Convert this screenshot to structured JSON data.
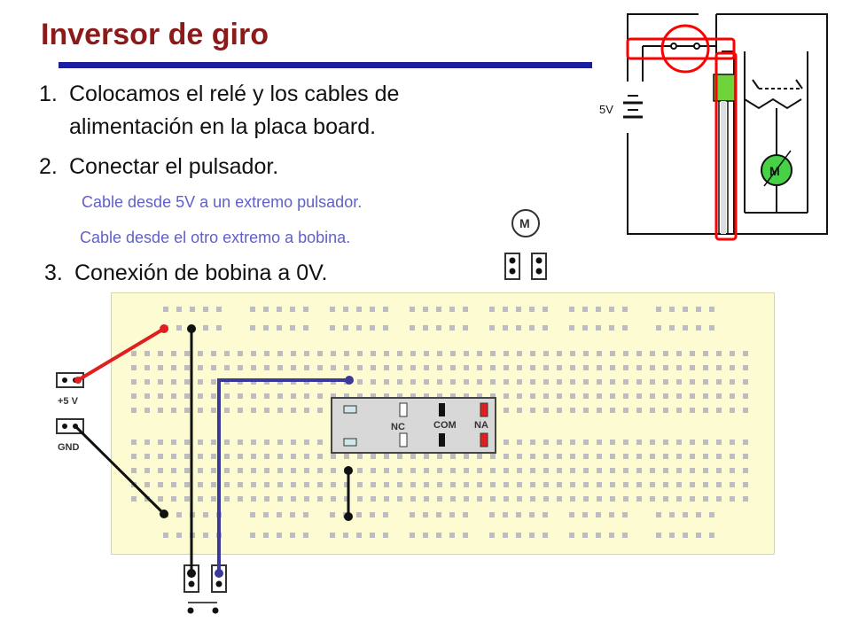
{
  "slide": {
    "title": "Inversor de giro",
    "steps": [
      {
        "number": "1.",
        "line1": "Colocamos el relé y los cables de",
        "line2": "alimentación en la placa board."
      },
      {
        "number": "2.",
        "text": "Conectar el pulsador."
      },
      {
        "number": "3.",
        "text": "Conexión  de bobina a 0V."
      }
    ],
    "substeps": [
      "Cable desde 5V a un extremo pulsador.",
      "Cable desde el otro extremo a bobina."
    ]
  },
  "breadboard": {
    "power_plus_label": "+5 V",
    "power_gnd_label": "GND",
    "relay": {
      "nc_label": "NC",
      "com_label": "COM",
      "na_label": "NA"
    },
    "motor_label": "M"
  },
  "schematic": {
    "supply_label": "5V",
    "motor_label": "M"
  },
  "colors": {
    "title": "#8b1a1a",
    "rule": "#1c1ca0",
    "substep_text": "#6060c8",
    "board": "#fdfbd2",
    "wire_red": "#e02020",
    "wire_blue": "#3a3a9a",
    "wire_black": "#111111",
    "highlight": "#ff0000"
  }
}
